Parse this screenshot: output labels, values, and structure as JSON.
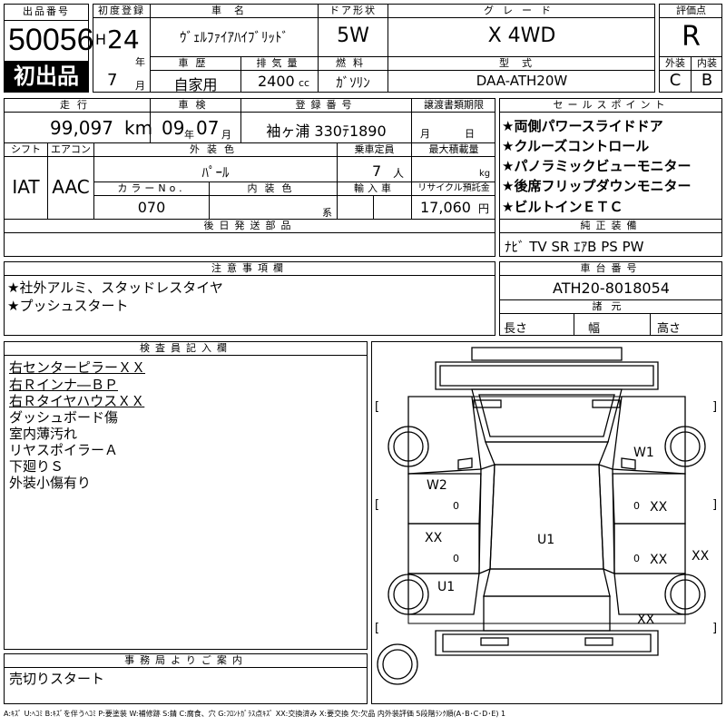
{
  "top": {
    "lot_header": "出品番号",
    "lot_number": "50056",
    "first_listing": "初出品",
    "first_reg_header": "初度登録",
    "era": "H",
    "year": "24",
    "year_unit": "年",
    "month": "7",
    "month_unit": "月",
    "car_name_header": "車名",
    "car_name": "ｳﾞｪﾙﾌｧｲｱﾊｲﾌﾞﾘｯﾄﾞ",
    "door_header": "ドア形状",
    "door": "5W",
    "grade_header": "グレード",
    "grade": "X 4WD",
    "score_header": "評価点",
    "score": "R",
    "history_header": "車歴",
    "history": "自家用",
    "displacement_header": "排気量",
    "displacement": "2400",
    "displacement_unit": "cc",
    "fuel_header": "燃料",
    "fuel": "ｶﾞｿﾘﾝ",
    "model_header": "型式",
    "model": "DAA-ATH20W",
    "exterior_header": "外装",
    "exterior": "C",
    "interior_header": "内装",
    "interior": "B"
  },
  "mid": {
    "mileage_header": "走行",
    "mileage": "99,097",
    "mileage_unit": "km",
    "inspection_header": "車検",
    "insp_year": "09",
    "insp_year_unit": "年",
    "insp_month": "07",
    "insp_month_unit": "月",
    "reg_header": "登録番号",
    "reg_number": "袖ヶ浦 330ﾃ1890",
    "transfer_header": "譲渡書類期限",
    "transfer_month_unit": "月",
    "transfer_day_unit": "日",
    "shift_header": "シフト",
    "shift": "IAT",
    "aircon_header": "エアコン",
    "aircon": "AAC",
    "ext_color_header": "外装色",
    "ext_color": "ﾊﾟｰﾙ",
    "capacity_header": "乗車定員",
    "capacity": "7",
    "capacity_unit": "人",
    "load_header": "最大積載量",
    "load_unit": "kg",
    "color_no_header": "カラーNo.",
    "color_no": "070",
    "int_color_header": "内装色",
    "int_color_unit": "系",
    "import_header": "輸入車",
    "recycle_header": "リサイクル預託金",
    "recycle": "17,060",
    "recycle_unit": "円",
    "later_parts_header": "後日発送部品"
  },
  "sales_points": {
    "header": "セールスポイント",
    "items": [
      "★両側パワースライドドア",
      "★クルーズコントロール",
      "★パノラミックビューモニター",
      "★後席フリップダウンモニター",
      "★ビルトインＥＴＣ"
    ]
  },
  "equipment": {
    "header": "純正装備",
    "value": "ﾅﾋﾞ TV SR ｴｱB PS PW"
  },
  "notes": {
    "header": "注意事項欄",
    "items": [
      "★社外アルミ、スタッドレスタイヤ",
      "★プッシュスタート"
    ]
  },
  "chassis": {
    "header": "車台番号",
    "value": "ATH20-8018054",
    "specs_header": "諸元",
    "length": "長さ",
    "width": "幅",
    "height": "高さ"
  },
  "inspector": {
    "header": "検査員記入欄",
    "lines": [
      "右センターピラーＸＸ",
      "右Ｒインナ―ＢＰ",
      "右ＲタイヤハウスＸＸ",
      "ダッシュボード傷",
      "室内薄汚れ",
      "リヤスポイラーＡ",
      "下廻りＳ",
      "外装小傷有り"
    ]
  },
  "diagram": {
    "marks": [
      "W1",
      "W2",
      "XX",
      "XX",
      "XX",
      "XX",
      "XX",
      "U1",
      "U1",
      "0",
      "0",
      "0",
      "0"
    ],
    "brackets": [
      "[",
      "]",
      "[",
      "]",
      "[",
      "]"
    ]
  },
  "office": {
    "header": "事務局よりご案内",
    "value": "売切りスタート"
  },
  "legend": "A:ｷｽﾞ U:ﾍｺﾐ B:ｷｽﾞを伴うﾍｺﾐ P:要塗装 W:補修跡 S:錆 C:腐食、穴 G:ﾌﾛﾝﾄｶﾞﾗｽ点ｷｽﾞ XX:交換済み X:要交換 欠:欠品 内外装評価 5段階ﾗﾝｸ順(A･B･C･D･E) 1"
}
